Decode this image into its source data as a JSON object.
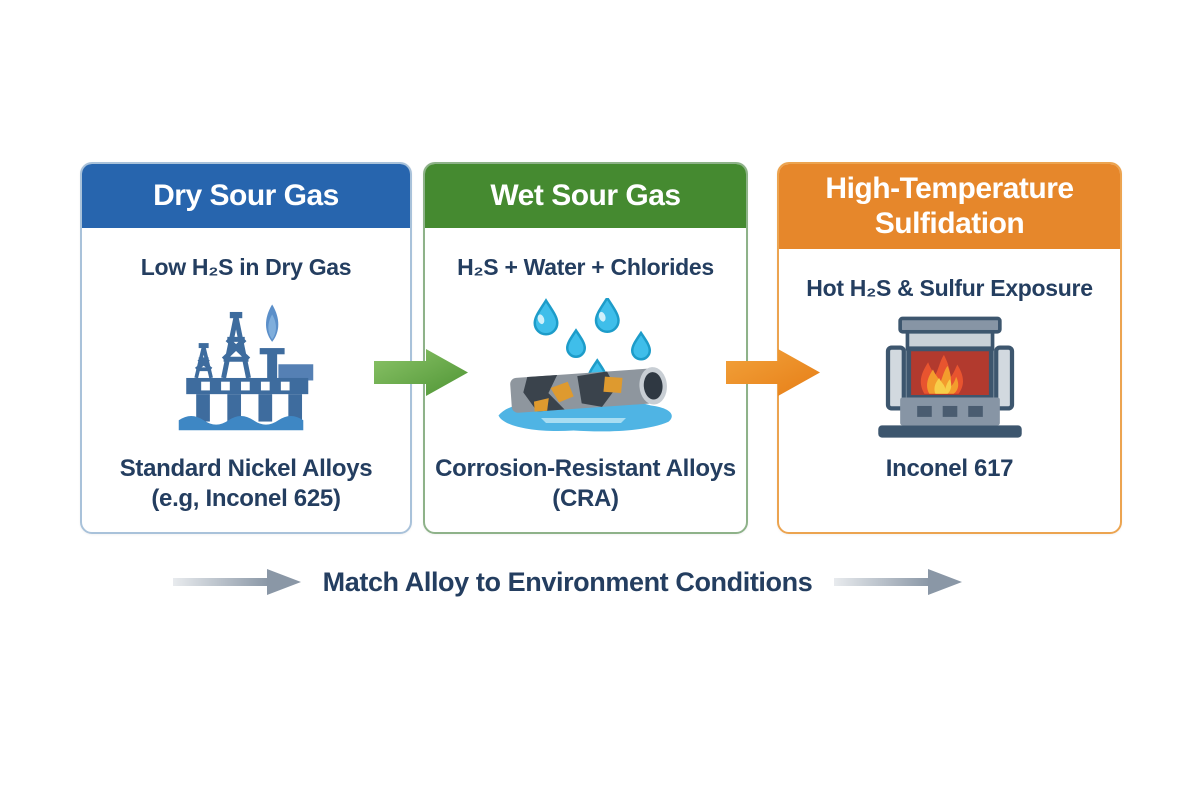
{
  "banner": {
    "text": "Match Alloy to Environment Conditions"
  },
  "colors": {
    "body_text": "#243E60",
    "flow_arrow_green": "#57A038",
    "flow_arrow_orange": "#EE8D1E",
    "banner_arrow_gray": "#8A97A6"
  },
  "cards": [
    {
      "title": "Dry Sour Gas",
      "header_color": "#2765AE",
      "border_color": "#A9C2DA",
      "subtitle": "Low H₂S in Dry Gas",
      "icon": "oil-platform-icon",
      "alloy_line1": "Standard Nickel Alloys",
      "alloy_line2": "(e.g, Inconel 625)"
    },
    {
      "title": "Wet Sour Gas",
      "header_color": "#458A30",
      "border_color": "#8EB289",
      "subtitle": "H₂S + Water + Chlorides",
      "icon": "corroded-pipe-icon",
      "alloy_line1": "Corrosion-Resistant Alloys",
      "alloy_line2": "(CRA)"
    },
    {
      "title": "High-Temperature Sulfidation",
      "header_color": "#E6872B",
      "border_color": "#ECA450",
      "subtitle": "Hot H₂S & Sulfur Exposure",
      "icon": "furnace-icon",
      "alloy_line1": "Inconel 617",
      "alloy_line2": ""
    }
  ]
}
